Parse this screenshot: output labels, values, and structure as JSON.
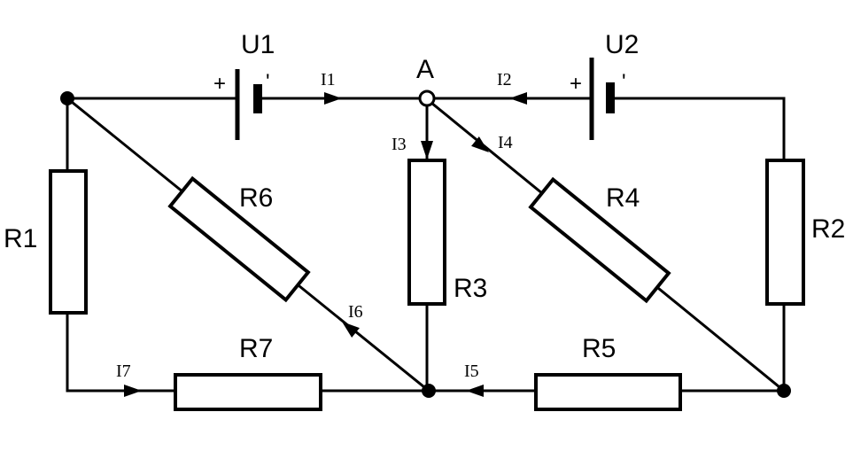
{
  "sources": {
    "u1": {
      "name": "U1",
      "plus": "+",
      "tick": "'"
    },
    "u2": {
      "name": "U2",
      "plus": "+",
      "tick": "'"
    }
  },
  "resistors": {
    "r1": "R1",
    "r2": "R2",
    "r3": "R3",
    "r4": "R4",
    "r5": "R5",
    "r6": "R6",
    "r7": "R7"
  },
  "currents": {
    "i1": "I1",
    "i2": "I2",
    "i3": "I3",
    "i4": "I4",
    "i5": "I5",
    "i6": "I6",
    "i7": "I7"
  },
  "nodes": {
    "a": "A"
  },
  "colors": {
    "ink": "#000000",
    "background": "#ffffff"
  }
}
